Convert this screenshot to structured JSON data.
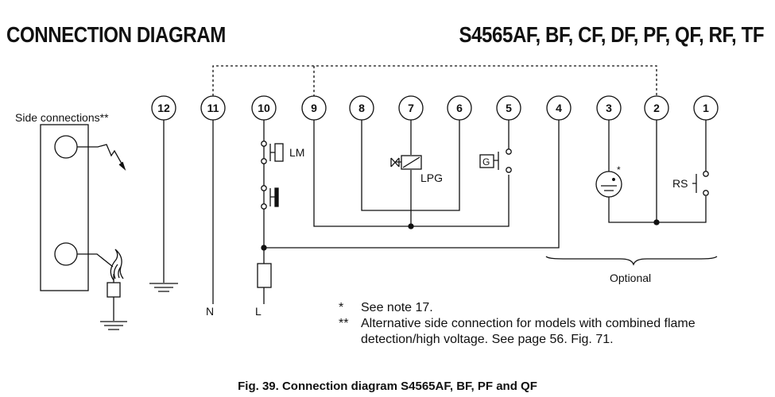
{
  "header": {
    "title": "CONNECTION DIAGRAM",
    "models": "S4565AF, BF, CF, DF, PF, QF, RF, TF"
  },
  "terminals": [
    "12",
    "11",
    "10",
    "9",
    "8",
    "7",
    "6",
    "5",
    "4",
    "3",
    "2",
    "1"
  ],
  "labels": {
    "side_connections": "Side connections**",
    "lm": "LM",
    "lpg": "LPG",
    "g": "G",
    "rs": "RS",
    "n": "N",
    "l": "L",
    "optional": "Optional",
    "star": "*"
  },
  "notes": [
    {
      "mark": "*",
      "text": "See note 17."
    },
    {
      "mark": "**",
      "text": "Alternative side connection for models with combined flame"
    },
    {
      "mark": "",
      "text": "detection/high voltage. See page 56. Fig. 71."
    }
  ],
  "caption": "Fig. 39. Connection diagram S4565AF, BF, PF and QF"
}
